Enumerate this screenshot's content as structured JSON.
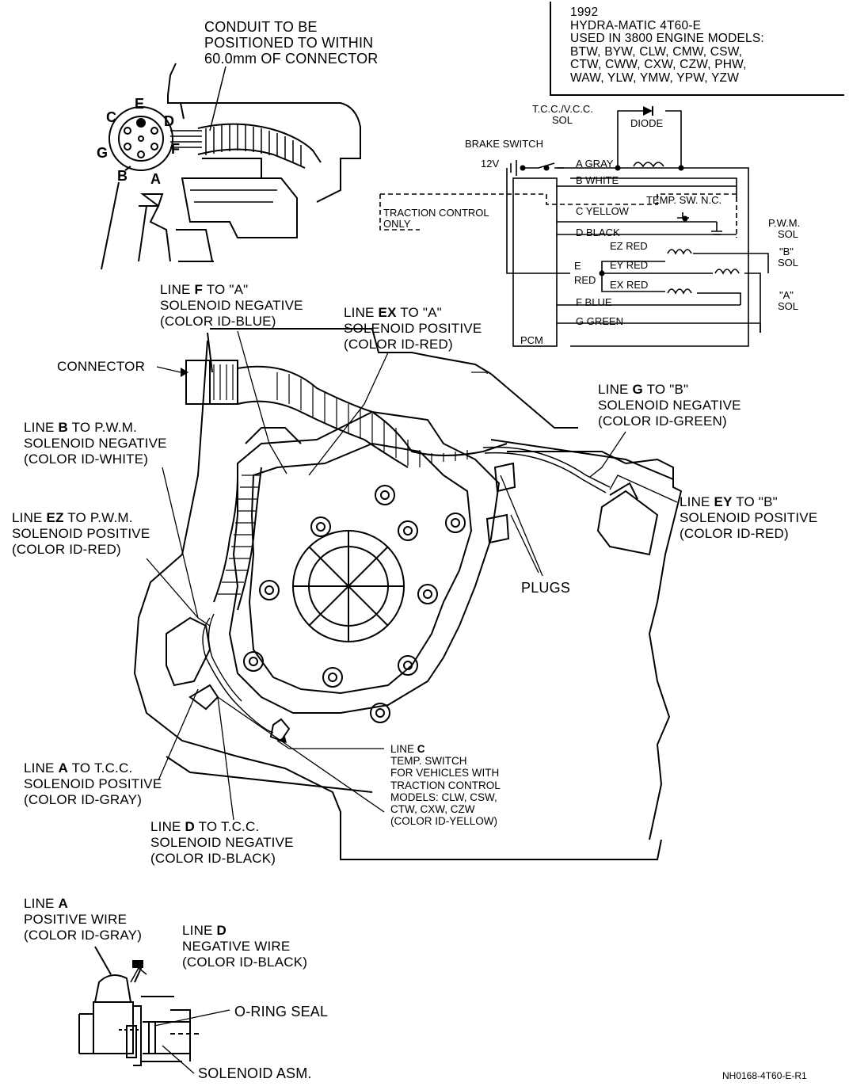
{
  "info_box": {
    "year": "1992",
    "model": "HYDRA-MATIC 4T60-E",
    "used_in": "USED IN 3800 ENGINE MODELS:",
    "models_1": "BTW, BYW, CLW, CMW, CSW,",
    "models_2": "CTW, CWW, CXW, CZW, PHW,",
    "models_3": "WAW, YLW, YMW, YPW, YZW"
  },
  "conduit_note": {
    "line1": "CONDUIT TO BE",
    "line2": "POSITIONED TO WITHIN",
    "line3": "60.0mm OF CONNECTOR"
  },
  "connector_pins": {
    "a": "A",
    "b": "B",
    "c": "C",
    "d": "D",
    "e": "E",
    "f": "F",
    "g": "G"
  },
  "schematic": {
    "tcc_sol_1": "T.C.C./V.C.C.",
    "tcc_sol_2": "SOL",
    "diode": "DIODE",
    "brake_switch": "BRAKE SWITCH",
    "v12": "12V",
    "a_gray": "A GRAY",
    "b_white": "B WHITE",
    "temp_sw": "TEMP. SW. N.C.",
    "traction_1": "TRACTION CONTROL",
    "traction_2": "ONLY",
    "c_yellow": "C YELLOW",
    "d_black": "D BLACK",
    "pwm_1": "P.W.M.",
    "pwm_2": "SOL",
    "ez_red": "EZ RED",
    "ey_red": "EY RED",
    "ex_red": "EX RED",
    "e_label": "E",
    "red_label": "RED",
    "b_sol_1": "\"B\"",
    "b_sol_2": "SOL",
    "a_sol_1": "\"A\"",
    "a_sol_2": "SOL",
    "f_blue": "F BLUE",
    "g_green": "G GREEN",
    "pcm": "PCM"
  },
  "callouts": {
    "line_f": {
      "pre": "LINE ",
      "bold": "F",
      "post": " TO \"A\"",
      "l2": "SOLENOID NEGATIVE",
      "l3": "(COLOR ID-BLUE)"
    },
    "line_ex": {
      "pre": "LINE ",
      "bold": "EX",
      "post": " TO \"A\"",
      "l2": "SOLENOID POSITIVE",
      "l3": "(COLOR ID-RED)"
    },
    "connector": "CONNECTOR",
    "line_g": {
      "pre": "LINE ",
      "bold": "G",
      "post": " TO \"B\"",
      "l2": "SOLENOID NEGATIVE",
      "l3": "(COLOR ID-GREEN)"
    },
    "line_b": {
      "pre": "LINE ",
      "bold": "B",
      "post": " TO P.W.M.",
      "l2": "SOLENOID NEGATIVE",
      "l3": "(COLOR ID-WHITE)"
    },
    "line_ez": {
      "pre": "LINE ",
      "bold": "EZ",
      "post": " TO P.W.M.",
      "l2": "SOLENOID POSITIVE",
      "l3": "(COLOR ID-RED)"
    },
    "line_ey": {
      "pre": "LINE ",
      "bold": "EY",
      "post": " TO \"B\"",
      "l2": "SOLENOID POSITIVE",
      "l3": "(COLOR ID-RED)"
    },
    "plugs": "PLUGS",
    "line_c": {
      "pre": "LINE ",
      "bold": "C",
      "l2": "TEMP. SWITCH",
      "l3": "FOR VEHICLES WITH",
      "l4": "TRACTION CONTROL",
      "l5": "MODELS: CLW, CSW,",
      "l6": "CTW, CXW, CZW",
      "l7": "(COLOR ID-YELLOW)"
    },
    "line_a": {
      "pre": "LINE ",
      "bold": "A",
      "post": " TO T.C.C.",
      "l2": "SOLENOID POSITIVE",
      "l3": "(COLOR ID-GRAY)"
    },
    "line_d": {
      "pre": "LINE ",
      "bold": "D",
      "post": " TO T.C.C.",
      "l2": "SOLENOID NEGATIVE",
      "l3": "(COLOR ID-BLACK)"
    }
  },
  "detail": {
    "line_a": {
      "pre": "LINE ",
      "bold": "A",
      "l2": "POSITIVE WIRE",
      "l3": "(COLOR ID-GRAY)"
    },
    "line_d": {
      "pre": "LINE ",
      "bold": "D",
      "l2": "NEGATIVE WIRE",
      "l3": "(COLOR ID-BLACK)"
    },
    "o_ring": "O-RING SEAL",
    "solenoid": "SOLENOID ASM."
  },
  "figure_code": "NH0168-4T60-E-R1"
}
